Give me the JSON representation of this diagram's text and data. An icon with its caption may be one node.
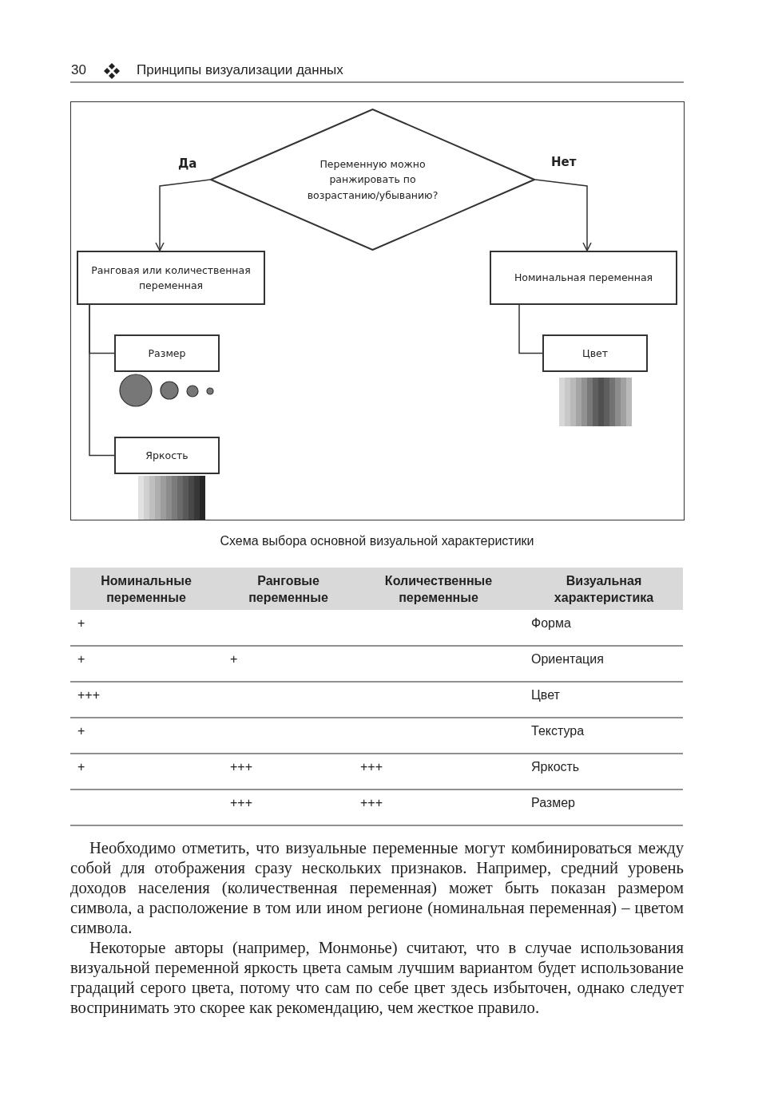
{
  "diagram": {
    "caption": "Схема выбора основной визуальной характеристики",
    "nodes": [
      {
        "text": [
          "Переменную можно ранжировать по возрастанию/убыванию?"
        ]
      },
      {
        "text": [
          "Ранговая или количественная переменная"
        ]
      },
      {
        "text": [
          "Номинальная переменная"
        ]
      },
      {
        "text": [
          "Размер"
        ]
      },
      {
        "text": [
          "Яркость"
        ]
      },
      {
        "text": [
          "Цвет"
        ]
      }
    ],
    "edges": [
      {
        "from": 0,
        "to": 1,
        "arrow": "to",
        "label": "Да"
      },
      {
        "from": 0,
        "to": 2,
        "arrow": "to",
        "label": "Нет"
      },
      {
        "from": 1,
        "to": 3,
        "arrow": "none"
      },
      {
        "from": 1,
        "to": 4,
        "arrow": "none"
      },
      {
        "from": 2,
        "to": 5,
        "arrow": "none"
      }
    ],
    "labels": [
      "30",
      "Принципы визуализации данных",
      "Номинальные переменные",
      "Ранговые переменные",
      "Количественные переменные",
      "Визуальная характеристика",
      "+",
      "Форма",
      "+",
      "+",
      "Ориентация",
      "+++",
      "Цвет",
      "+",
      "Текстура",
      "+",
      "+++",
      "+++",
      "Яркость",
      "+++",
      "+++",
      "Размер",
      "Необходимо отметить, что визуальные переменные могут комбинироваться между собой для отображения сразу нескольких признаков. Например, средний уровень доходов населения (количественная переменная) может быть показан размером символа, а расположение в том или ином регионе (номинальная переменная) – цветом символа.",
      "Некоторые авторы (например, Монмонье) считают, что в случае использования визуальной переменной яркость цвета самым лучшим вариантом будет использование градаций серого цвета, потому что сам по себе цвет здесь избыточен, однако следует воспринимать это скорее как рекомендацию, чем жесткое правило."
    ]
  }
}
